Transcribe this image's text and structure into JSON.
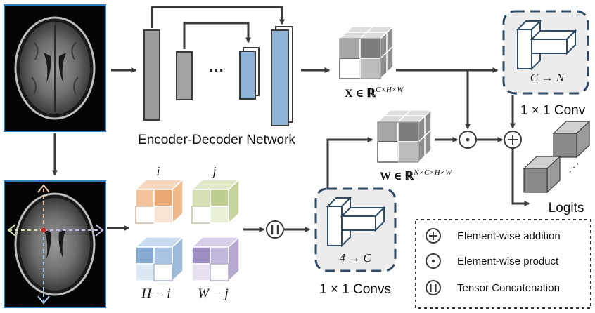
{
  "colors": {
    "arrow": "#3a3a3a",
    "encoder_block": "#9a9a9a",
    "decoder_block": "#8fb3d6",
    "cube_gray_dark": "#8d8d8d",
    "cube_gray_mid": "#b8b8b8",
    "cube_gray_light": "#dcdcdc",
    "orange": "#f0b48a",
    "green": "#c9d8a6",
    "blue": "#9dbbd9",
    "purple": "#b6a8cf",
    "conv_box_fill": "#ececec",
    "conv_box_border": "#2f4b66",
    "mri_border": "#2f7fc1",
    "crosshair_up": "#f2c9a8",
    "crosshair_left": "#d6e6b0",
    "crosshair_right": "#c7b9df",
    "crosshair_down": "#a9c6e6",
    "center_dot": "#d62b2b"
  },
  "labels": {
    "encoder_decoder": "Encoder-Decoder Network",
    "dots": "···",
    "x_tensor": "X ∈ ℝ",
    "x_tensor_sup": "C×H×W",
    "w_tensor": "W ∈ ℝ",
    "w_tensor_sup": "N×C×H×W",
    "conv_top_text": "C → N",
    "conv_top_caption": "1 × 1 Conv",
    "conv_bottom_text": "4 → C",
    "conv_bottom_caption": "1 × 1 Convs",
    "logits": "Logits",
    "dir_i": "i",
    "dir_j": "j",
    "dir_h": "H − i",
    "dir_w": "W − j",
    "stack_dots": "⋰"
  },
  "operators": {
    "product": "⊙",
    "addition": "⊕",
    "concat_glyph": "||"
  },
  "legend": [
    {
      "symbol": "addition",
      "text": "Element-wise addition"
    },
    {
      "symbol": "product",
      "text": "Element-wise product"
    },
    {
      "symbol": "concat",
      "text": "Tensor Concatenation"
    }
  ]
}
